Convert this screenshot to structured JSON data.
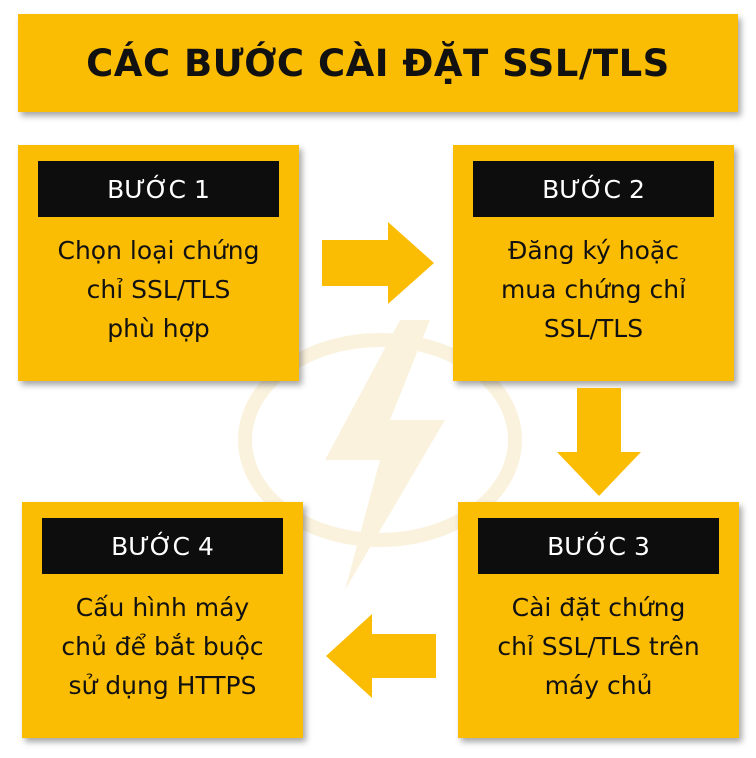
{
  "title": "CÁC BƯỚC CÀI ĐẶT SSL/TLS",
  "colors": {
    "accent": "#fbbc04",
    "label_bg": "#0d0d0d",
    "text": "#111111"
  },
  "steps": [
    {
      "label": "BƯỚC 1",
      "lines": [
        "Chọn loại chứng",
        "chỉ SSL/TLS",
        "phù hợp"
      ]
    },
    {
      "label": "BƯỚC 2",
      "lines": [
        "Đăng ký hoặc",
        "mua chứng chỉ",
        "SSL/TLS"
      ]
    },
    {
      "label": "BƯỚC 3",
      "lines": [
        "Cài đặt chứng",
        "chỉ SSL/TLS trên",
        "máy chủ"
      ]
    },
    {
      "label": "BƯỚC 4",
      "lines": [
        "Cấu hình máy",
        "chủ để bắt buộc",
        "sử dụng HTTPS"
      ]
    }
  ],
  "arrows": [
    "arrow-right",
    "arrow-down",
    "arrow-left"
  ]
}
